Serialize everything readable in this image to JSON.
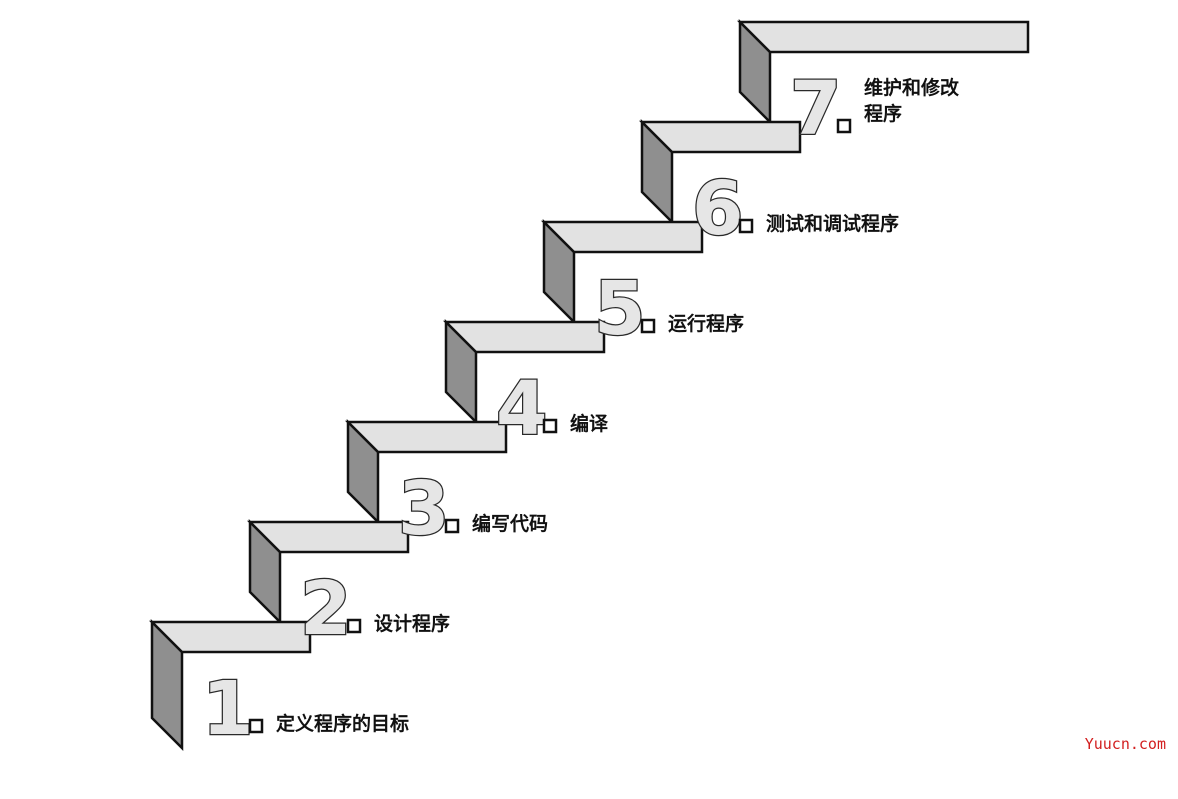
{
  "steps": [
    {
      "number": "1",
      "label_lines": [
        "定义程序的目标"
      ]
    },
    {
      "number": "2",
      "label_lines": [
        "设计程序"
      ]
    },
    {
      "number": "3",
      "label_lines": [
        "编写代码"
      ]
    },
    {
      "number": "4",
      "label_lines": [
        "编译"
      ]
    },
    {
      "number": "5",
      "label_lines": [
        "运行程序"
      ]
    },
    {
      "number": "6",
      "label_lines": [
        "测试和调试程序"
      ]
    },
    {
      "number": "7",
      "label_lines": [
        "维护和修改",
        "程序"
      ]
    }
  ],
  "watermark": "Yuucn.com",
  "colors": {
    "step_top": "#e2e2e2",
    "step_riser": "#8f8f8f",
    "outline": "#111111",
    "watermark": "#d21f1f"
  }
}
